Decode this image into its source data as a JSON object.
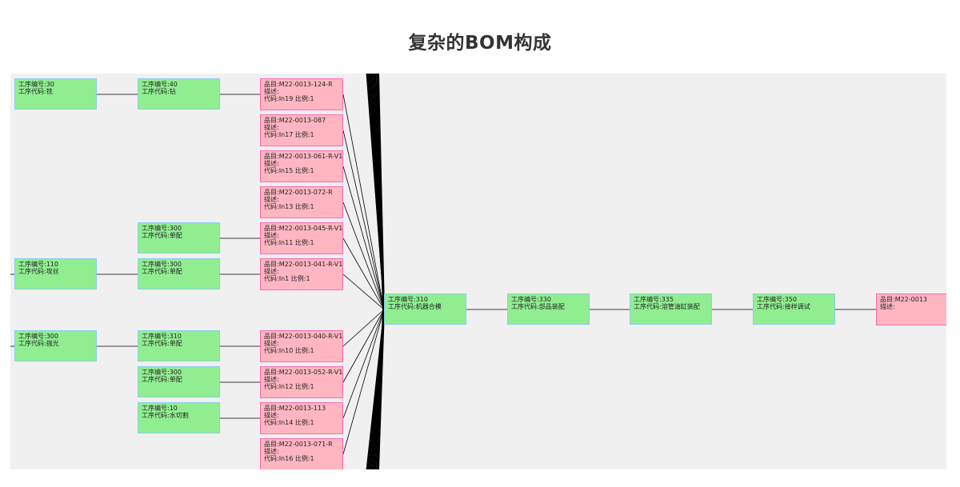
{
  "title": "复杂的BOM构成",
  "ops": [
    {
      "id": "op-30",
      "num": "工序编号:30",
      "code": "工序代码:铣"
    },
    {
      "id": "op-40",
      "num": "工序编号:40",
      "code": "工序代码:钻"
    },
    {
      "id": "op-300a",
      "num": "工序编号:300",
      "code": "工序代码:单配"
    },
    {
      "id": "op-110",
      "num": "工序编号:110",
      "code": "工序代码:攻丝"
    },
    {
      "id": "op-300b",
      "num": "工序编号:300",
      "code": "工序代码:单配"
    },
    {
      "id": "op-300c",
      "num": "工序编号:300",
      "code": "工序代码:抛光"
    },
    {
      "id": "op-310a",
      "num": "工序编号:310",
      "code": "工序代码:单配"
    },
    {
      "id": "op-300d",
      "num": "工序编号:300",
      "code": "工序代码:单配"
    },
    {
      "id": "op-10",
      "num": "工序编号:10",
      "code": "工序代码:水切割"
    },
    {
      "id": "op-310",
      "num": "工序编号:310",
      "code": "工序代码:机器合模"
    },
    {
      "id": "op-330",
      "num": "工序编号:330",
      "code": "工序代码:部品装配"
    },
    {
      "id": "op-335",
      "num": "工序编号:335",
      "code": "工序代码:溶管油缸装配"
    },
    {
      "id": "op-350",
      "num": "工序编号:350",
      "code": "工序代码:接样调试"
    }
  ],
  "items": [
    {
      "id": "item-124",
      "name": "品目:M22-0013-124-R",
      "desc": "描述:",
      "code": "代码:In19  比例:1"
    },
    {
      "id": "item-087",
      "name": "品目:M22-0013-087",
      "desc": "描述:",
      "code": "代码:In17  比例:1"
    },
    {
      "id": "item-061",
      "name": "品目:M22-0013-061-R-V1",
      "desc": "描述:",
      "code": "代码:In15  比例:1"
    },
    {
      "id": "item-072",
      "name": "品目:M22-0013-072-R",
      "desc": "描述:",
      "code": "代码:In13  比例:1"
    },
    {
      "id": "item-045",
      "name": "品目:M22-0013-045-R-V1",
      "desc": "描述:",
      "code": "代码:In11  比例:1"
    },
    {
      "id": "item-041",
      "name": "品目:M22-0013-041-R-V1",
      "desc": "描述:",
      "code": "代码:In1  比例:1"
    },
    {
      "id": "item-040",
      "name": "品目:M22-0013-040-R-V1",
      "desc": "描述:",
      "code": "代码:In10  比例:1"
    },
    {
      "id": "item-052",
      "name": "品目:M22-0013-052-R-V1",
      "desc": "描述:",
      "code": "代码:In12  比例:1"
    },
    {
      "id": "item-113",
      "name": "品目:M22-0013-113",
      "desc": "描述:",
      "code": "代码:In14  比例:1"
    },
    {
      "id": "item-071",
      "name": "品目:M22-0013-071-R",
      "desc": "描述:",
      "code": "代码:In16  比例:1"
    },
    {
      "id": "item-root",
      "name": "品目:M22-0013",
      "desc": "描述:"
    }
  ],
  "colors": {
    "operation_fill": "#90ee90",
    "operation_border": "#87ceeb",
    "item_fill": "#ffb6c1",
    "item_border": "#ff69b4",
    "canvas": "#f0f0f0",
    "line": "#000000"
  }
}
